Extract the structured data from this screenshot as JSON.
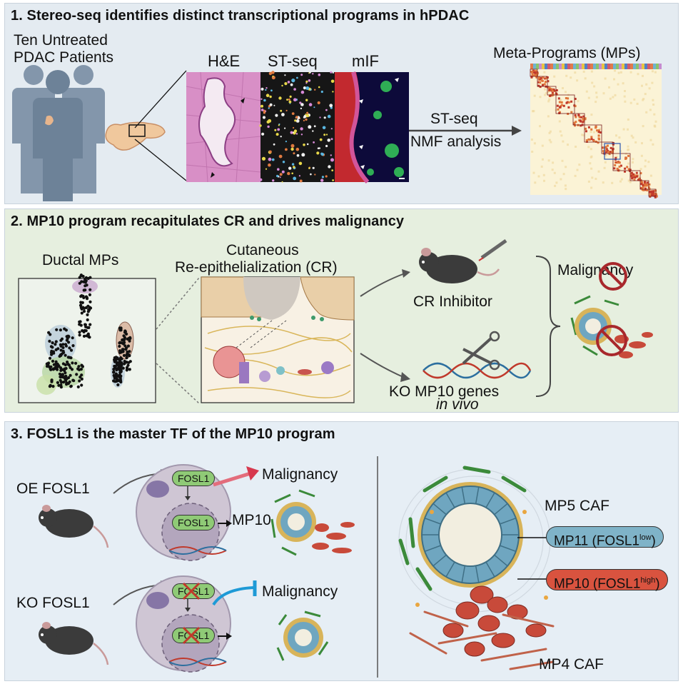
{
  "panel1": {
    "title": "1. Stereo-seq identifies distinct transcriptional programs in hPDAC",
    "patients_line1": "Ten Untreated",
    "patients_line2": "PDAC Patients",
    "img_he": "H&E",
    "img_stseq": "ST-seq",
    "img_mif": "mIF",
    "arrow_line1": "ST-seq",
    "arrow_line2": "NMF analysis",
    "heatmap_title": "Meta-Programs (MPs)"
  },
  "panel2": {
    "title": "2. MP10 program recapitulates CR and drives malignancy",
    "ductal_mps": "Ductal MPs",
    "cr_line1": "Cutaneous",
    "cr_line2": "Re-epithelialization (CR)",
    "cr_inhibitor": "CR Inhibitor",
    "ko_line1": "KO MP10 genes",
    "ko_line2": "in vivo",
    "malignancy": "Malignancy"
  },
  "panel3": {
    "title": "3. FOSL1 is the master TF of the MP10 program",
    "oe_fosl1": "OE FOSL1",
    "ko_fosl1": "KO FOSL1",
    "fosl1_tag": "FOSL1",
    "mp10": "MP10",
    "malignancy": "Malignancy",
    "mp5_caf": "MP5 CAF",
    "mp11_label": "MP11 (FOSL1",
    "mp11_sup": "low",
    "mp10_label": "MP10 (FOSL1",
    "mp10_sup": "high",
    "mp4_caf": "MP4 CAF"
  },
  "colors": {
    "panel1_bg": "#e4ebf1",
    "panel2_bg": "#e6efdf",
    "panel3_bg": "#e6eef5",
    "mp11_pill": "#7fb3c8",
    "mp10_pill": "#d9533f",
    "inhibit_red": "#a8282c",
    "inhibit_blue": "#1e9ad6"
  }
}
